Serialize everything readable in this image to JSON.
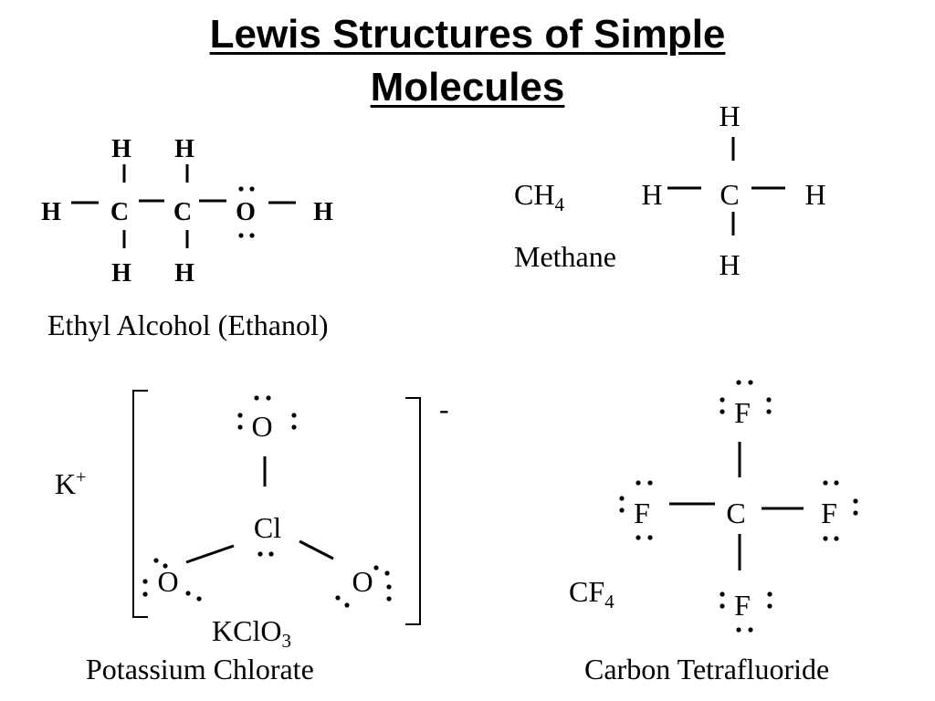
{
  "title": {
    "line1": "Lewis Structures of Simple",
    "line2": "Molecules"
  },
  "ethanol": {
    "atoms": [
      "H",
      "C",
      "C",
      "O",
      "H",
      "H",
      "H",
      "H",
      "H"
    ],
    "name": "Ethyl Alcohol (Ethanol)"
  },
  "methane": {
    "formula_main": "CH",
    "formula_sub": "4",
    "name": "Methane",
    "atoms": [
      "H",
      "H",
      "C",
      "H",
      "H"
    ]
  },
  "potassium_chlorate": {
    "cation_main": "K",
    "cation_sup": "+",
    "charge": "-",
    "atoms": [
      "O",
      "Cl",
      "O",
      "O"
    ],
    "formula_main": "KClO",
    "formula_sub": "3",
    "name": "Potassium Chlorate"
  },
  "carbon_tetrafluoride": {
    "atoms": [
      "F",
      "F",
      "C",
      "F",
      "F"
    ],
    "formula_main": "CF",
    "formula_sub": "4",
    "name": "Carbon Tetrafluoride"
  }
}
